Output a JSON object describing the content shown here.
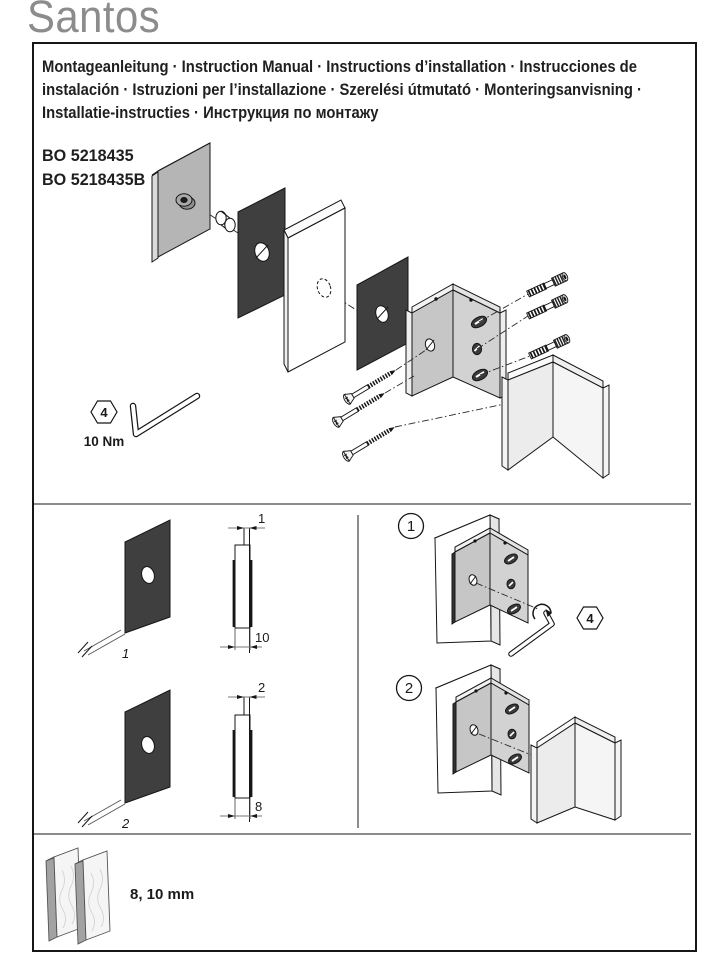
{
  "title": "Santos",
  "intro": {
    "line1": "Montageanleitung · Instruction Manual · Instructions d’installation · Instrucciones de",
    "line2": "instalación · Istruzioni per l’installazione · Szerelési útmutató · Monteringsanvisning ·",
    "line3": "Installatie-instructies · Инструкция по монтажу"
  },
  "codes": {
    "code1": "BO 5218435",
    "code2": "BO 5218435B"
  },
  "tool": {
    "hex_size": "4",
    "torque": "10 Nm"
  },
  "steps": {
    "step1": "1",
    "step2": "2",
    "step1_hex_size": "4"
  },
  "gasket_a": {
    "iso_thickness": "1",
    "dim_top": "1",
    "dim_bottom": "10"
  },
  "gasket_b": {
    "iso_thickness": "2",
    "dim_top": "2",
    "dim_bottom": "8"
  },
  "glass": {
    "thickness_label": "8, 10 mm"
  },
  "colors": {
    "title_gray": "#8c8c8c",
    "divider_gray": "#8c8c8c",
    "gasket_dark": "#3f3f3f",
    "metal_gray": "#b5b5b5"
  }
}
